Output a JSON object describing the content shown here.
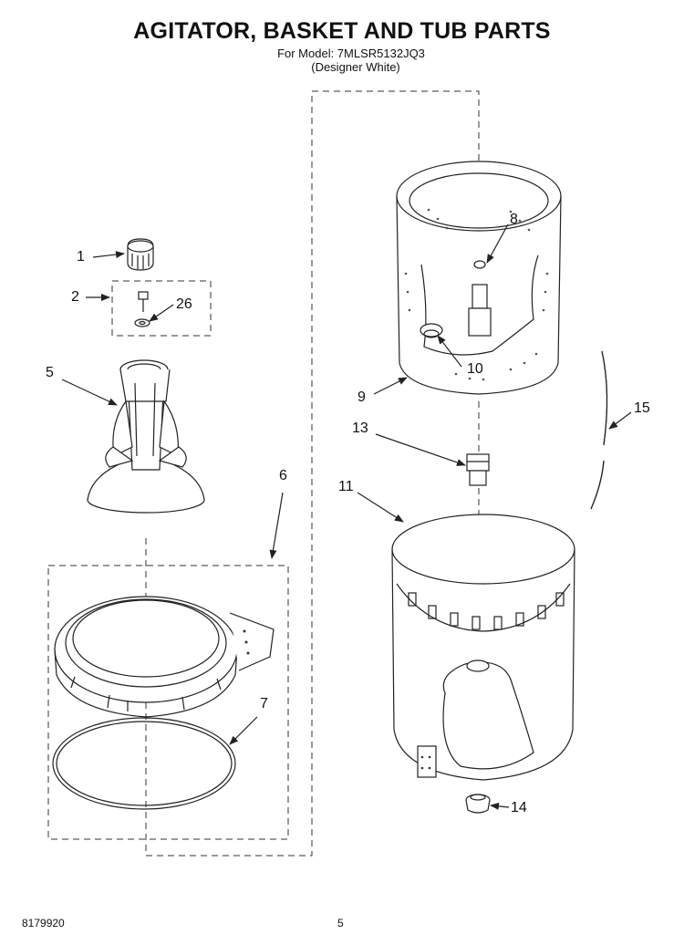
{
  "header": {
    "title": "AGITATOR, BASKET AND TUB PARTS",
    "model_line": "For Model: 7MLSR5132JQ3",
    "variant_line": "(Designer White)"
  },
  "callouts": [
    {
      "id": "1",
      "label": "1"
    },
    {
      "id": "2",
      "label": "2"
    },
    {
      "id": "26",
      "label": "26"
    },
    {
      "id": "5",
      "label": "5"
    },
    {
      "id": "6",
      "label": "6"
    },
    {
      "id": "7",
      "label": "7"
    },
    {
      "id": "8",
      "label": "8"
    },
    {
      "id": "9",
      "label": "9"
    },
    {
      "id": "10",
      "label": "10"
    },
    {
      "id": "13",
      "label": "13"
    },
    {
      "id": "15",
      "label": "15"
    },
    {
      "id": "11",
      "label": "11"
    },
    {
      "id": "14",
      "label": "14"
    }
  ],
  "footer": {
    "doc_number": "8179920",
    "page_number": "5"
  }
}
